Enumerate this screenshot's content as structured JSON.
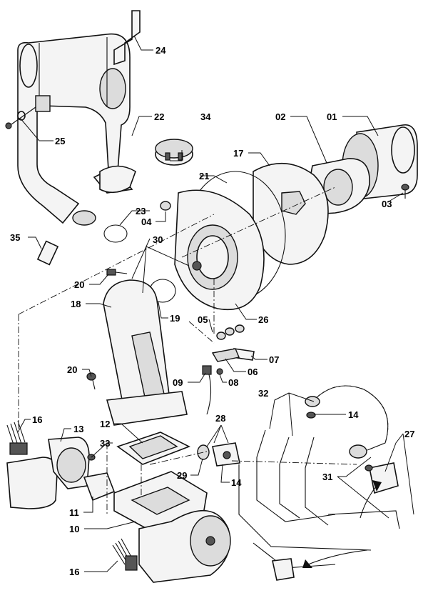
{
  "diagram": {
    "callouts": [
      {
        "id": "c01",
        "text": "01"
      },
      {
        "id": "c02",
        "text": "02"
      },
      {
        "id": "c03",
        "text": "03"
      },
      {
        "id": "c04",
        "text": "04"
      },
      {
        "id": "c05",
        "text": "05"
      },
      {
        "id": "c06",
        "text": "06"
      },
      {
        "id": "c07",
        "text": "07"
      },
      {
        "id": "c08",
        "text": "08"
      },
      {
        "id": "c09",
        "text": "09"
      },
      {
        "id": "c10",
        "text": "10"
      },
      {
        "id": "c11",
        "text": "11"
      },
      {
        "id": "c12",
        "text": "12"
      },
      {
        "id": "c13",
        "text": "13"
      },
      {
        "id": "c14a",
        "text": "14"
      },
      {
        "id": "c14b",
        "text": "14"
      },
      {
        "id": "c16a",
        "text": "16"
      },
      {
        "id": "c16b",
        "text": "16"
      },
      {
        "id": "c17",
        "text": "17"
      },
      {
        "id": "c18",
        "text": "18"
      },
      {
        "id": "c19",
        "text": "19"
      },
      {
        "id": "c20a",
        "text": "20"
      },
      {
        "id": "c20b",
        "text": "20"
      },
      {
        "id": "c21",
        "text": "21"
      },
      {
        "id": "c22",
        "text": "22"
      },
      {
        "id": "c23",
        "text": "23"
      },
      {
        "id": "c24",
        "text": "24"
      },
      {
        "id": "c25",
        "text": "25"
      },
      {
        "id": "c26",
        "text": "26"
      },
      {
        "id": "c27",
        "text": "27"
      },
      {
        "id": "c28",
        "text": "28"
      },
      {
        "id": "c29",
        "text": "29"
      },
      {
        "id": "c30",
        "text": "30"
      },
      {
        "id": "c31",
        "text": "31"
      },
      {
        "id": "c32",
        "text": "32"
      },
      {
        "id": "c33",
        "text": "33"
      },
      {
        "id": "c34",
        "text": "34"
      },
      {
        "id": "c35",
        "text": "35"
      }
    ]
  }
}
